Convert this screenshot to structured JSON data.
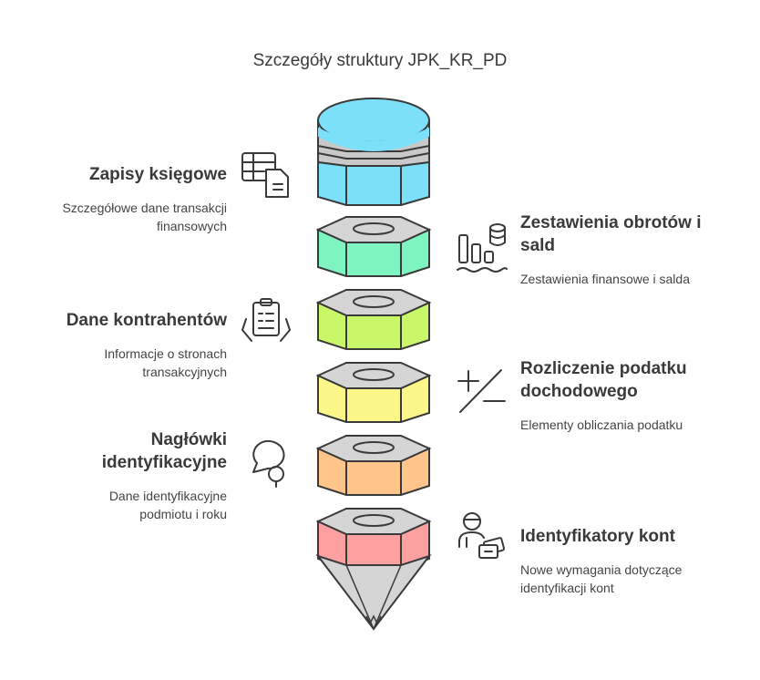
{
  "title": "Szczegóły struktury JPK_KR_PD",
  "items": [
    {
      "heading": "Zapisy księgowe",
      "description": "Szczegółowe dane transakcji finansowych",
      "icon": "ledger-document-icon",
      "side": "left",
      "color": "#7de0fb"
    },
    {
      "heading": "Zestawienia obrotów i sald",
      "description": "Zestawienia finansowe i salda",
      "icon": "bar-chart-coins-icon",
      "side": "right",
      "color": "#7ef5c0"
    },
    {
      "heading": "Dane kontrahentów",
      "description": "Informacje o stronach transakcyjnych",
      "icon": "clipboard-hands-icon",
      "side": "left",
      "color": "#c8f86a"
    },
    {
      "heading": "Rozliczenie podatku dochodowego",
      "description": "Elementy obliczania podatku",
      "icon": "plus-minus-icon",
      "side": "right",
      "color": "#fdf688"
    },
    {
      "heading": "Nagłówki identyfikacyjne",
      "description": "Dane identyfikacyjne podmiotu i roku",
      "icon": "chat-bubbles-icon",
      "side": "left",
      "color": "#ffc58a"
    },
    {
      "heading": "Identyfikatory kont",
      "description": "Nowe wymagania dotyczące identyfikacji kont",
      "icon": "person-cards-icon",
      "side": "right",
      "color": "#fda0a0"
    }
  ]
}
